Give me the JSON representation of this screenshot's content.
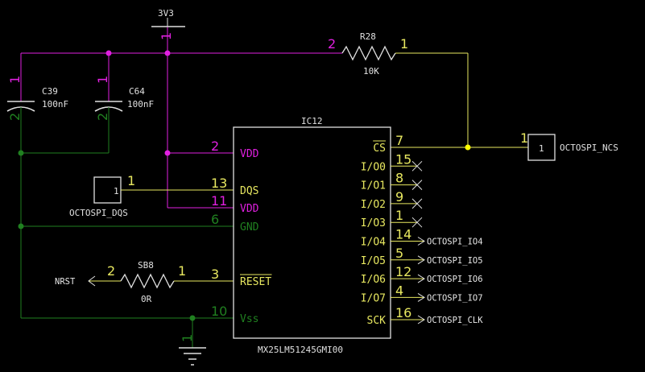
{
  "colors": {
    "background": "#000000",
    "power_net": "#e020e0",
    "ground_net": "#208020",
    "signal_net": "#e8e860",
    "component": "#e0e0e0",
    "junction": "#ffff00"
  },
  "power": {
    "label": "3V3",
    "pin": "1"
  },
  "ground": {
    "pin": "1"
  },
  "r28": {
    "ref": "R28",
    "value": "10K",
    "pin_left": "2",
    "pin_right": "1"
  },
  "sb8": {
    "ref": "SB8",
    "value": "0R",
    "pin_left": "2",
    "pin_right": "1"
  },
  "c39": {
    "ref": "C39",
    "value": "100nF",
    "pin_top": "1",
    "pin_bottom": "2"
  },
  "c64": {
    "ref": "C64",
    "value": "100nF",
    "pin_top": "1",
    "pin_bottom": "2"
  },
  "ic12": {
    "ref": "IC12",
    "part": "MX25LM51245GMI00",
    "left_pins": [
      {
        "num": "2",
        "name": "VDD",
        "net": "power"
      },
      {
        "num": "13",
        "name": "DQS",
        "net": "signal"
      },
      {
        "num": "11",
        "name": "VDD",
        "net": "power"
      },
      {
        "num": "6",
        "name": "GND",
        "net": "ground"
      },
      {
        "num": "3",
        "name": "RESET",
        "net": "signal",
        "overbar": true
      },
      {
        "num": "10",
        "name": "Vss",
        "net": "ground"
      }
    ],
    "right_pins": [
      {
        "num": "7",
        "name": "CS",
        "overbar": true,
        "nc": false,
        "net_label": ""
      },
      {
        "num": "15",
        "name": "I/O0",
        "nc": true,
        "net_label": ""
      },
      {
        "num": "8",
        "name": "I/O1",
        "nc": true,
        "net_label": ""
      },
      {
        "num": "9",
        "name": "I/O2",
        "nc": true,
        "net_label": ""
      },
      {
        "num": "1",
        "name": "I/O3",
        "nc": true,
        "net_label": ""
      },
      {
        "num": "14",
        "name": "I/O4",
        "nc": false,
        "net_label": "OCTOSPI_IO4"
      },
      {
        "num": "5",
        "name": "I/O5",
        "nc": false,
        "net_label": "OCTOSPI_IO5"
      },
      {
        "num": "12",
        "name": "I/O6",
        "nc": false,
        "net_label": "OCTOSPI_IO6"
      },
      {
        "num": "4",
        "name": "I/O7",
        "nc": false,
        "net_label": "OCTOSPI_IO7"
      },
      {
        "num": "16",
        "name": "SCK",
        "nc": false,
        "net_label": "OCTOSPI_CLK"
      }
    ]
  },
  "port_ncs": {
    "pin": "1",
    "label": "OCTOSPI_NCS"
  },
  "port_dqs": {
    "pin": "1",
    "label": "OCTOSPI_DQS"
  },
  "nrst": {
    "label": "NRST"
  }
}
